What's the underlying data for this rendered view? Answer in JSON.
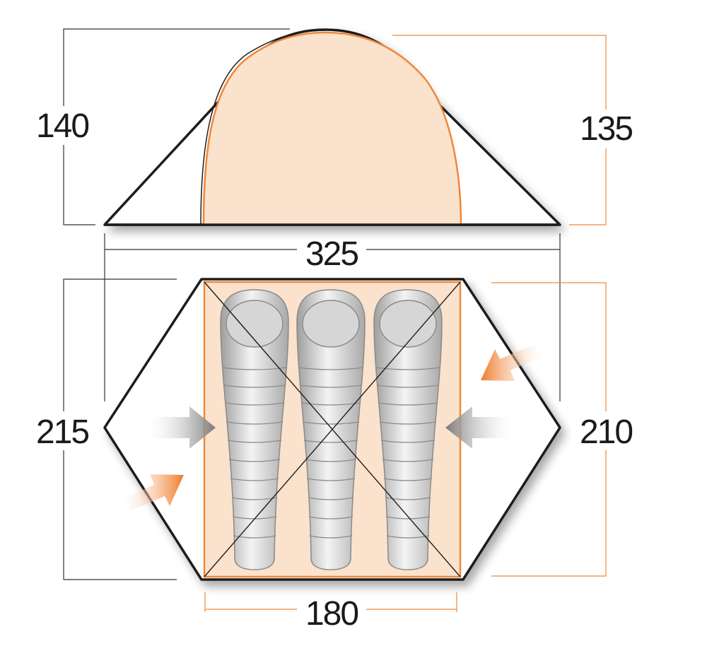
{
  "dimensions": {
    "height_rear": "140",
    "height_front": "135",
    "total_length": "325",
    "length_left": "215",
    "length_right": "210",
    "inner_width": "180"
  },
  "sleeping_bags": 3,
  "colors": {
    "inner_fill": "#fbe2cc",
    "accent_orange": "#f0873a",
    "outline": "#1e1e1e",
    "bag_gray": "#c9c9c9",
    "arrow_gray": "#8c8c8c"
  }
}
